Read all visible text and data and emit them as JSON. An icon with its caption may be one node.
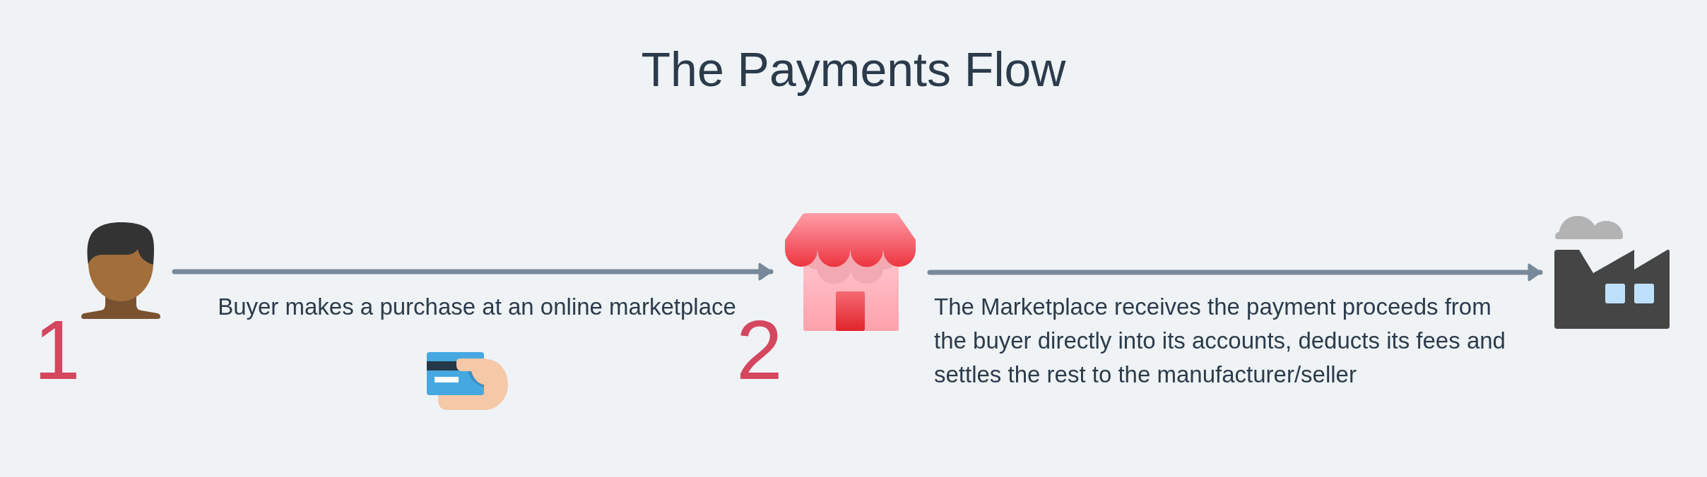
{
  "diagram": {
    "title": "The Payments Flow",
    "nodes": [
      {
        "text": [],
        "shape": "person",
        "beside": [
          "1"
        ]
      },
      {
        "text": [],
        "shape": "picture",
        "beside": [
          "2"
        ]
      },
      {
        "text": [],
        "shape": "picture"
      }
    ],
    "edges": [
      {
        "from": 0,
        "to": 1,
        "arrow": "to",
        "label": "Buyer makes a purchase at an online marketplace"
      },
      {
        "from": 1,
        "to": 2,
        "arrow": "to",
        "label": "The Marketplace receives the payment proceeds from the buyer directly into its accounts, deducts its fees and settles the rest to the manufacturer/seller"
      }
    ]
  }
}
